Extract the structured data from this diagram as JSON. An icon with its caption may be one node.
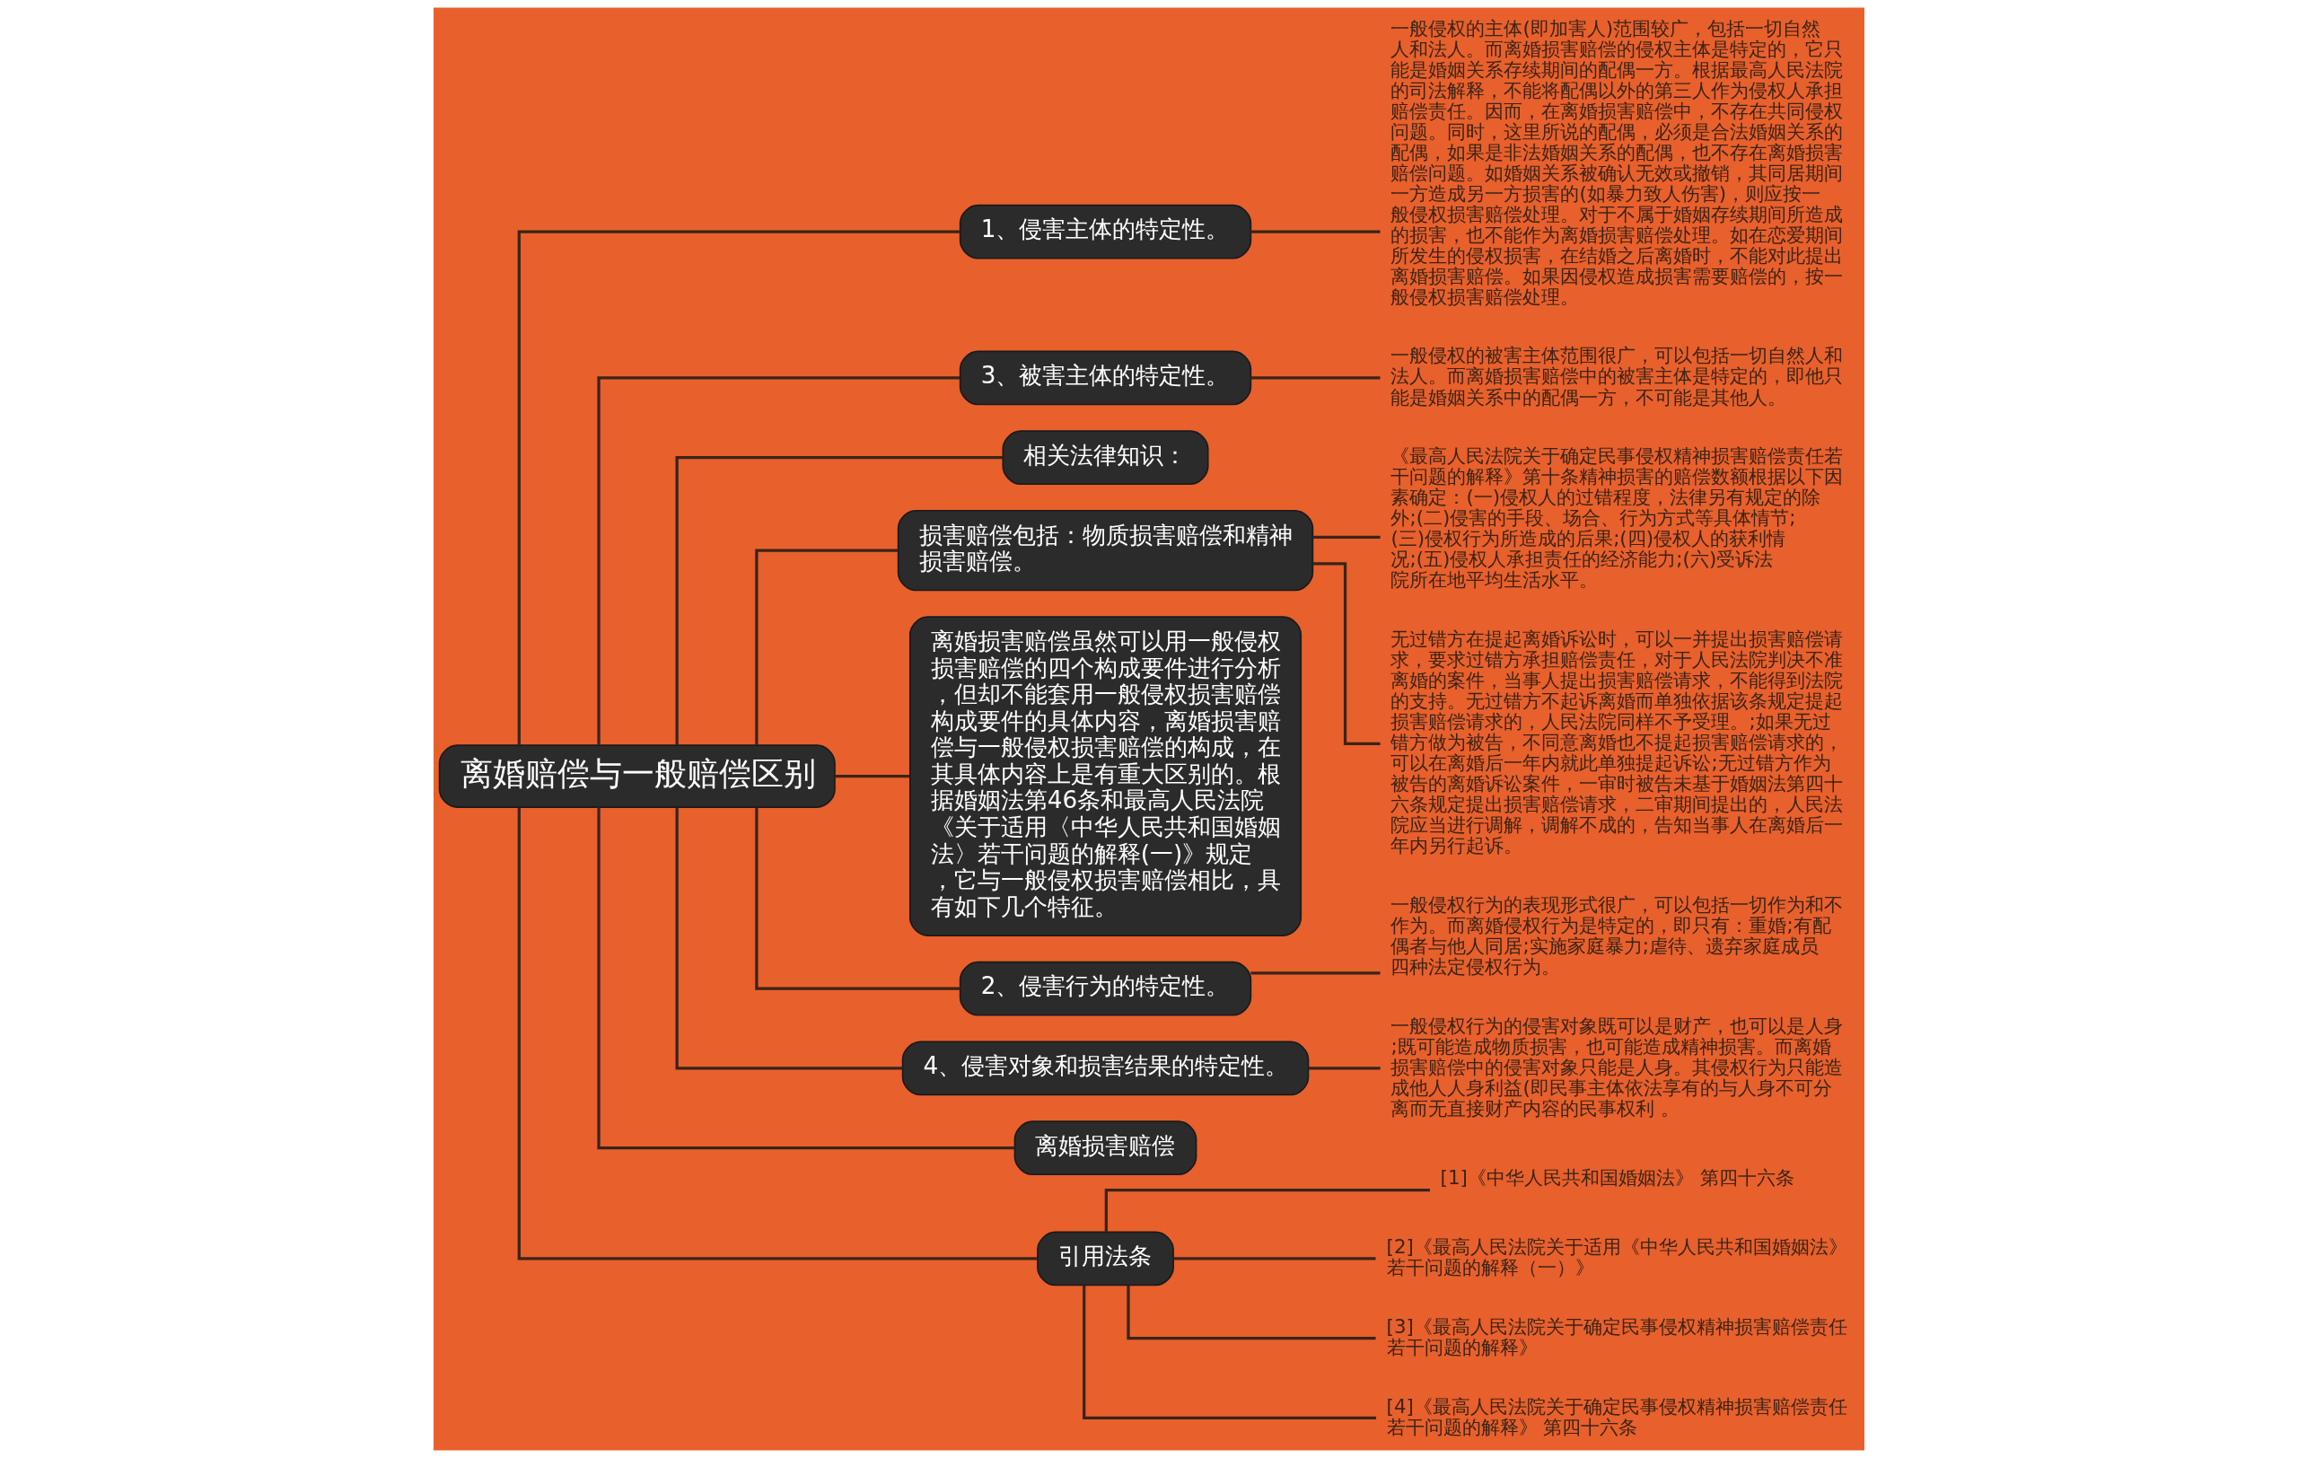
{
  "diagram": {
    "nodes": [
      {
        "text": [
          "离婚赔偿与一般赔偿区别"
        ]
      },
      {
        "text": [
          "1、侵害主体的特定性。"
        ]
      },
      {
        "text": [
          "一般侵权的主体(即加害人)范围较广，包括一切自然人和法人。而离婚损害赔偿的侵权主体是特定的，它只能是婚姻关系存续期间的配偶一方。根据最高人民法院的司法解释，不能将配偶以外的第三人作为侵权人承担赔偿责任。因而，在离婚损害赔偿中，不存在共同侵权问题。同时，这里所说的配偶，必须是合法婚姻关系的配偶，如果是非法婚姻关系的配偶，也不存在离婚损害赔偿问题。如婚姻关系被确认无效或撤销，其同居期间一方造成另一方损害的(如暴力致人伤害)，则应按一般侵权损害赔偿处理。对于不属于婚姻存续期间所造成的损害，也不能作为离婚损害赔偿处理。如在恋爱期间所发生的侵权损害，在结婚之后离婚时，不能对此提出离婚损害赔偿。如果因侵权造成损害需要赔偿的，按一般侵权损害赔偿处理。"
        ]
      },
      {
        "text": [
          "3、被害主体的特定性。"
        ]
      },
      {
        "text": [
          "一般侵权的被害主体范围很广，可以包括一切自然人和法人。而离婚损害赔偿中的被害主体是特定的，即他只能是婚姻关系中的配偶一方，不可能是其他人。"
        ]
      },
      {
        "text": [
          "相关法律知识："
        ]
      },
      {
        "text": [
          "损害赔偿包括：物质损害赔偿和精神损害赔偿。"
        ]
      },
      {
        "text": [
          "《最高人民法院关于确定民事侵权精神损害赔偿责任若干问题的解释》第十条精神损害的赔偿数额根据以下因素确定：(一)侵权人的过错程度，法律另有规定的除外;(二)侵害的手段、场合、行为方式等具体情节;(三)侵权行为所造成的后果;(四)侵权人的获利情况;(五)侵权人承担责任的经济能力;(六)受诉法院所在地平均生活水平。"
        ]
      },
      {
        "text": [
          "无过错方在提起离婚诉讼时，可以一并提出损害赔偿请求，要求过错方承担赔偿责任，对于人民法院判决不准离婚的案件，当事人提出损害赔偿请求，不能得到法院的支持。无过错方不起诉离婚而单独依据该条规定提起损害赔偿请求的，人民法院同样不予受理。;如果无过错方做为被告，不同意离婚也不提起损害赔偿请求的，可以在离婚后一年内就此单独提起诉讼;无过错方作为被告的离婚诉讼案件，一审时被告未基于婚姻法第四十六条规定提出损害赔偿请求，二审期间提出的，人民法院应当进行调解，调解不成的，告知当事人在离婚后一年内另行起诉。"
        ]
      },
      {
        "text": [
          "离婚损害赔偿虽然可以用一般侵权损害赔偿的四个构成要件进行分析，但却不能套用一般侵权损害赔偿构成要件的具体内容，离婚损害赔偿与一般侵权损害赔偿的构成，在其具体内容上是有重大区别的。根据婚姻法第46条和最高人民法院《关于适用〈中华人民共和国婚姻法〉若干问题的解释(一)》规定，它与一般侵权损害赔偿相比，具有如下几个特征。"
        ]
      },
      {
        "text": [
          "2、侵害行为的特定性。"
        ]
      },
      {
        "text": [
          "一般侵权行为的表现形式很广，可以包括一切作为和不作为。而离婚侵权行为是特定的，即只有：重婚;有配偶者与他人同居;实施家庭暴力;虐待、遗弃家庭成员四种法定侵权行为。"
        ]
      },
      {
        "text": [
          "4、侵害对象和损害结果的特定性。"
        ]
      },
      {
        "text": [
          "一般侵权行为的侵害对象既可以是财产，也可以是人身;既可能造成物质损害，也可能造成精神损害。而离婚损害赔偿中的侵害对象只能是人身。其侵权行为只能造成他人人身利益(即民事主体依法享有的与人身不可分离而无直接财产内容的民事权利 。"
        ]
      },
      {
        "text": [
          "离婚损害赔偿"
        ]
      },
      {
        "text": [
          "引用法条"
        ]
      },
      {
        "text": [
          "[1]《中华人民共和国婚姻法》 第四十六条"
        ]
      },
      {
        "text": [
          "[2]《最高人民法院关于适用《中华人民共和国婚姻法》若干问题的解释（一）》"
        ]
      },
      {
        "text": [
          "[3]《最高人民法院关于确定民事侵权精神损害赔偿责任若干问题的解释》"
        ]
      },
      {
        "text": [
          "[4]《最高人民法院关于确定民事侵权精神损害赔偿责任若干问题的解释》 第四十六条"
        ]
      }
    ],
    "edges": [
      {
        "from": 0,
        "to": 1,
        "arrow": "none"
      },
      {
        "from": 1,
        "to": 2,
        "arrow": "none"
      },
      {
        "from": 0,
        "to": 3,
        "arrow": "none"
      },
      {
        "from": 3,
        "to": 4,
        "arrow": "none"
      },
      {
        "from": 0,
        "to": 5,
        "arrow": "none"
      },
      {
        "from": 0,
        "to": 6,
        "arrow": "none"
      },
      {
        "from": 6,
        "to": 7,
        "arrow": "none"
      },
      {
        "from": 6,
        "to": 8,
        "arrow": "none"
      },
      {
        "from": 0,
        "to": 9,
        "arrow": "none"
      },
      {
        "from": 0,
        "to": 10,
        "arrow": "none"
      },
      {
        "from": 10,
        "to": 11,
        "arrow": "none"
      },
      {
        "from": 0,
        "to": 12,
        "arrow": "none"
      },
      {
        "from": 12,
        "to": 13,
        "arrow": "none"
      },
      {
        "from": 0,
        "to": 14,
        "arrow": "none"
      },
      {
        "from": 0,
        "to": 15,
        "arrow": "none"
      },
      {
        "from": 15,
        "to": 16,
        "arrow": "none"
      },
      {
        "from": 15,
        "to": 17,
        "arrow": "none"
      },
      {
        "from": 15,
        "to": 18,
        "arrow": "none"
      },
      {
        "from": 15,
        "to": 19,
        "arrow": "none"
      }
    ]
  }
}
